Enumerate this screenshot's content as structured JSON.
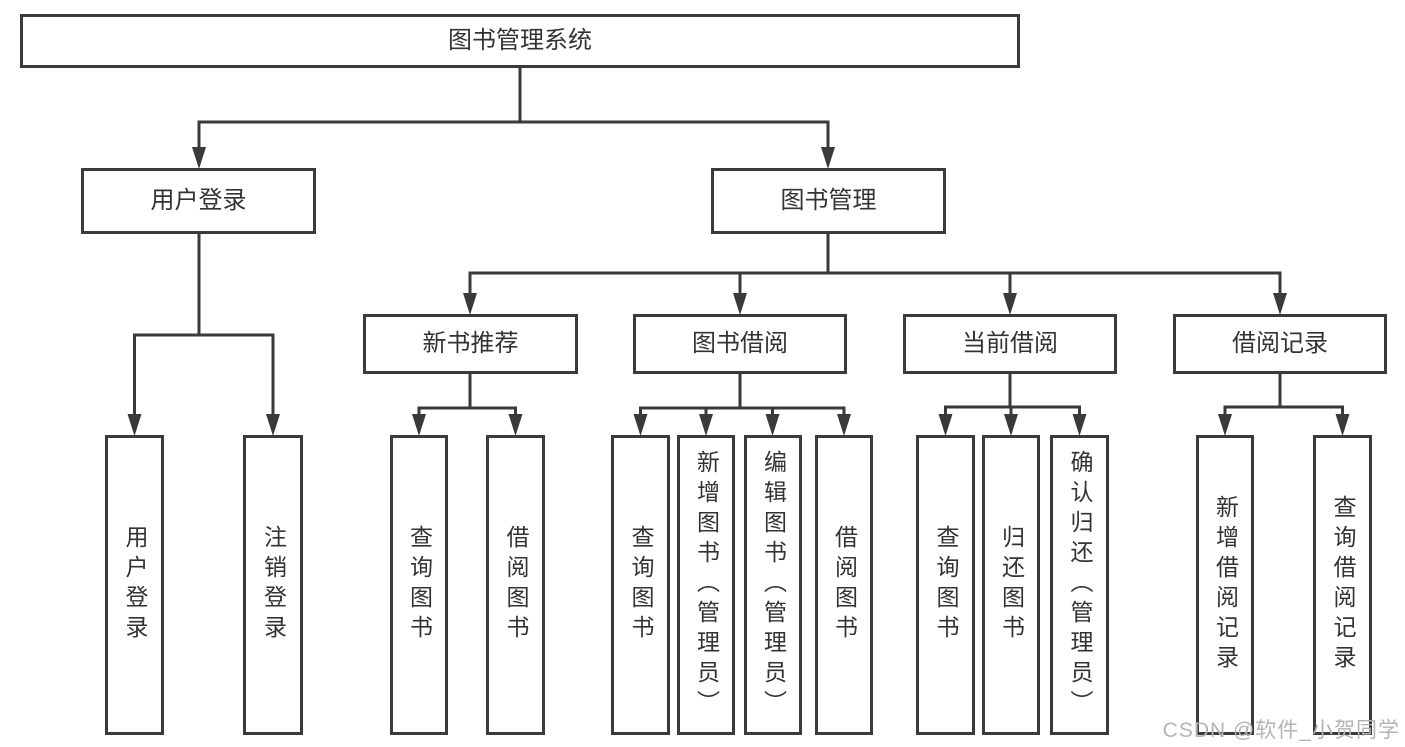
{
  "watermark": "CSDN @软件_小贺同学",
  "colors": {
    "line": "#3a3a3a",
    "text": "#333333",
    "background": "#ffffff",
    "watermark": "#b4b4b4"
  },
  "tree": {
    "root": {
      "label": "图书管理系统"
    },
    "branches": [
      {
        "label": "用户登录",
        "children": [
          {
            "label": "用户登录"
          },
          {
            "label": "注销登录"
          }
        ]
      },
      {
        "label": "图书管理",
        "children": [
          {
            "label": "新书推荐",
            "children": [
              {
                "label": "查询图书"
              },
              {
                "label": "借阅图书"
              }
            ]
          },
          {
            "label": "图书借阅",
            "children": [
              {
                "label": "查询图书"
              },
              {
                "label": "新增图书（管理员）"
              },
              {
                "label": "编辑图书（管理员）"
              },
              {
                "label": "借阅图书"
              }
            ]
          },
          {
            "label": "当前借阅",
            "children": [
              {
                "label": "查询图书"
              },
              {
                "label": "归还图书"
              },
              {
                "label": "确认归还（管理员）"
              }
            ]
          },
          {
            "label": "借阅记录",
            "children": [
              {
                "label": "新增借阅记录"
              },
              {
                "label": "查询借阅记录"
              }
            ]
          }
        ]
      }
    ]
  }
}
